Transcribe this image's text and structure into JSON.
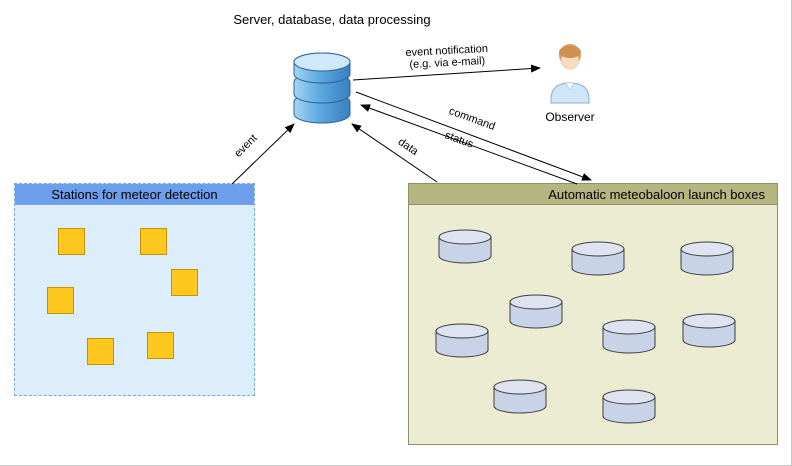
{
  "diagram": {
    "server": {
      "label": "Server, database, data processing"
    },
    "observer": {
      "label": "Observer"
    },
    "stations_box": {
      "title": "Stations for meteor detection",
      "station_count": 6,
      "header_color": "#6d9eeb",
      "body_color": "#dcedfb",
      "square_color": "#ffc81f"
    },
    "launch_box": {
      "title": "Automatic meteobaloon launch boxes",
      "cylinder_count": 9,
      "header_color": "#b5b581",
      "body_color": "#ececd3",
      "cylinder_color": "#ccd6e8"
    },
    "arrows": {
      "event_label": "event",
      "notification_line1": "event notification",
      "notification_line2": "(e.g. via e-mail)",
      "command_label": "command",
      "status_label": "status",
      "data_label": "data"
    }
  }
}
